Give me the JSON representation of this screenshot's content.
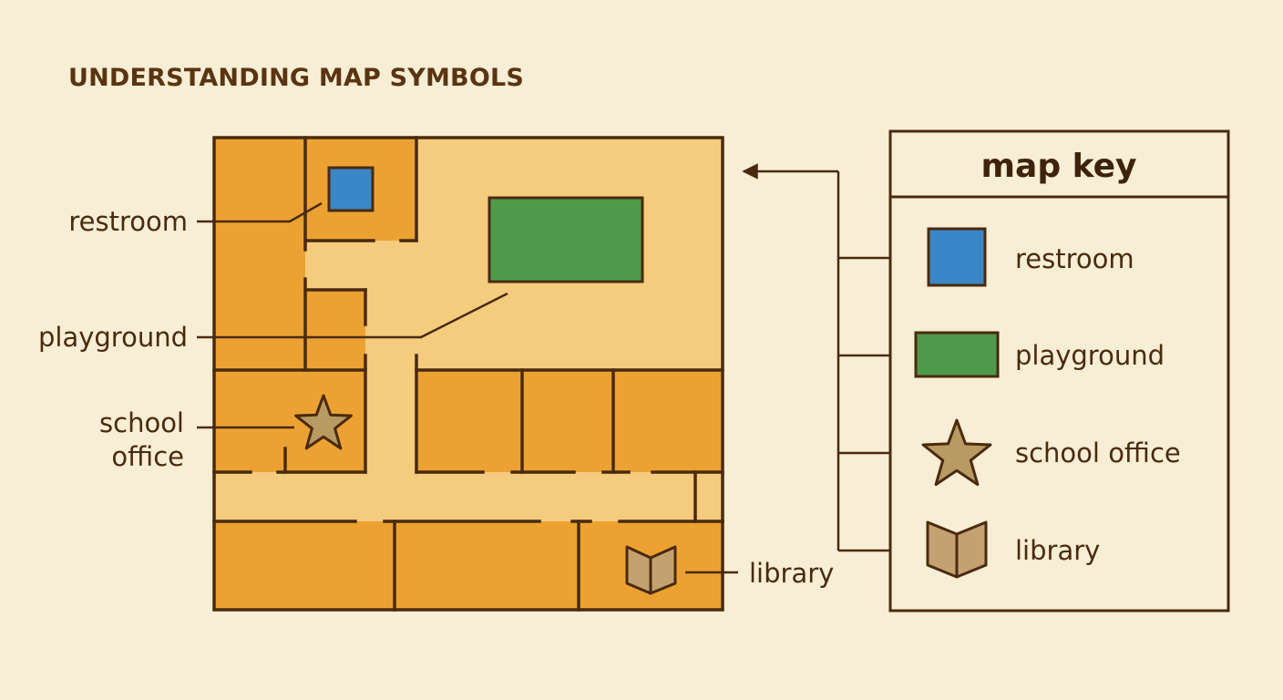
{
  "title": "UNDERSTANDING MAP SYMBOLS",
  "map_labels": {
    "restroom": "restroom",
    "playground": "playground",
    "school_office_line1": "school",
    "school_office_line2": "office",
    "library": "library"
  },
  "key": {
    "title": "map key",
    "items": [
      {
        "label": "restroom",
        "icon": "blue-square"
      },
      {
        "label": "playground",
        "icon": "green-rectangle"
      },
      {
        "label": "school office",
        "icon": "star"
      },
      {
        "label": "library",
        "icon": "open-book"
      }
    ]
  },
  "colors": {
    "background": "#f8eed6",
    "room": "#eca232",
    "hallway": "#f5cb7e",
    "wall": "#4a2a0e",
    "restroom": "#3b86c6",
    "playground": "#4f9a4a",
    "office_star": "#b99a62",
    "library_book": "#c4a170"
  }
}
